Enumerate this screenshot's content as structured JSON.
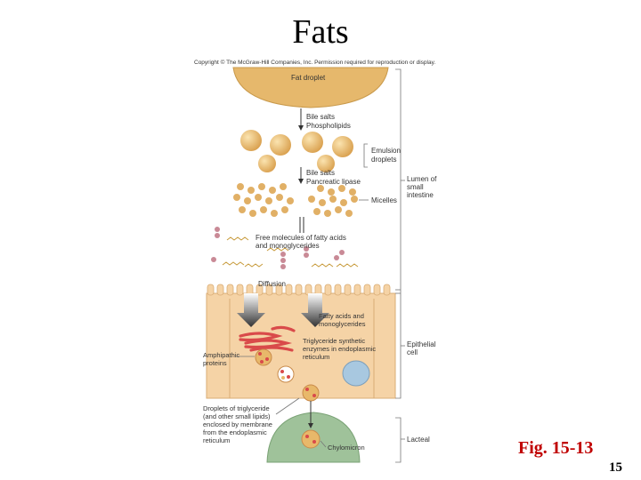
{
  "title": "Fats",
  "figure_ref": "Fig. 15-13",
  "page_number": "15",
  "figure": {
    "copyright": "Copyright © The McGraw-Hill Companies, Inc. Permission required for reproduction or display.",
    "fat_droplet": "Fat droplet",
    "bile_salts_1": "Bile salts",
    "phospholipids": "Phospholipids",
    "emulsion_1": "Emulsion",
    "emulsion_2": "droplets",
    "bile_salts_2": "Bile salts",
    "pancreatic_lipase": "Pancreatic lipase",
    "micelles": "Micelles",
    "free_1": "Free molecules of fatty acids",
    "free_2": "and monoglycerides",
    "diffusion": "Diffusion",
    "fa_mg_1": "Fatty acids and",
    "fa_mg_2": "monoglycerides",
    "tg_1": "Triglyceride synthetic",
    "tg_2": "enzymes in endoplasmic",
    "tg_3": "reticulum",
    "amph_1": "Amphipathic",
    "amph_2": "proteins",
    "drop_1": "Droplets of triglyceride",
    "drop_2": "(and other small lipids)",
    "drop_3": "enclosed by membrane",
    "drop_4": "from the endoplasmic",
    "drop_5": "reticulum",
    "chylomicron": "Chylomicron",
    "lumen_1": "Lumen of",
    "lumen_2": "small",
    "lumen_3": "intestine",
    "epi_1": "Epithelial",
    "epi_2": "cell",
    "lacteal": "Lacteal"
  },
  "colors": {
    "fat": "#e8b86a",
    "cell": "#f5d3a6",
    "lacteal": "#9fc29a",
    "er": "#d94a4a",
    "nucleus": "#a8c8e0"
  }
}
